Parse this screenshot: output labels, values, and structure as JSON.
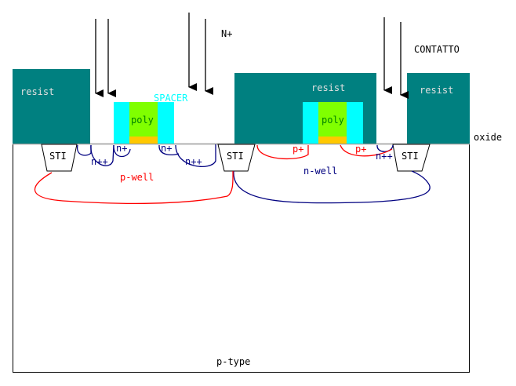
{
  "labels": {
    "implant": "N+",
    "contact": "CONTATTO",
    "oxide": "oxide",
    "spacer": "SPACER",
    "resist": "resist",
    "poly": "poly",
    "sti": "STI",
    "n_plus": "n+",
    "n_plus_plus": "n++",
    "p_plus": "p+",
    "p_well": "p-well",
    "n_well": "n-well",
    "substrate": "p-type"
  },
  "colors": {
    "resist": "#008080",
    "spacer": "#00ffff",
    "poly": "#80ff00",
    "gate_oxide": "#ffc800",
    "resist_text": "#e0e0e0",
    "poly_text": "#008000",
    "n_region": "#000080",
    "p_region": "#ff0000"
  }
}
